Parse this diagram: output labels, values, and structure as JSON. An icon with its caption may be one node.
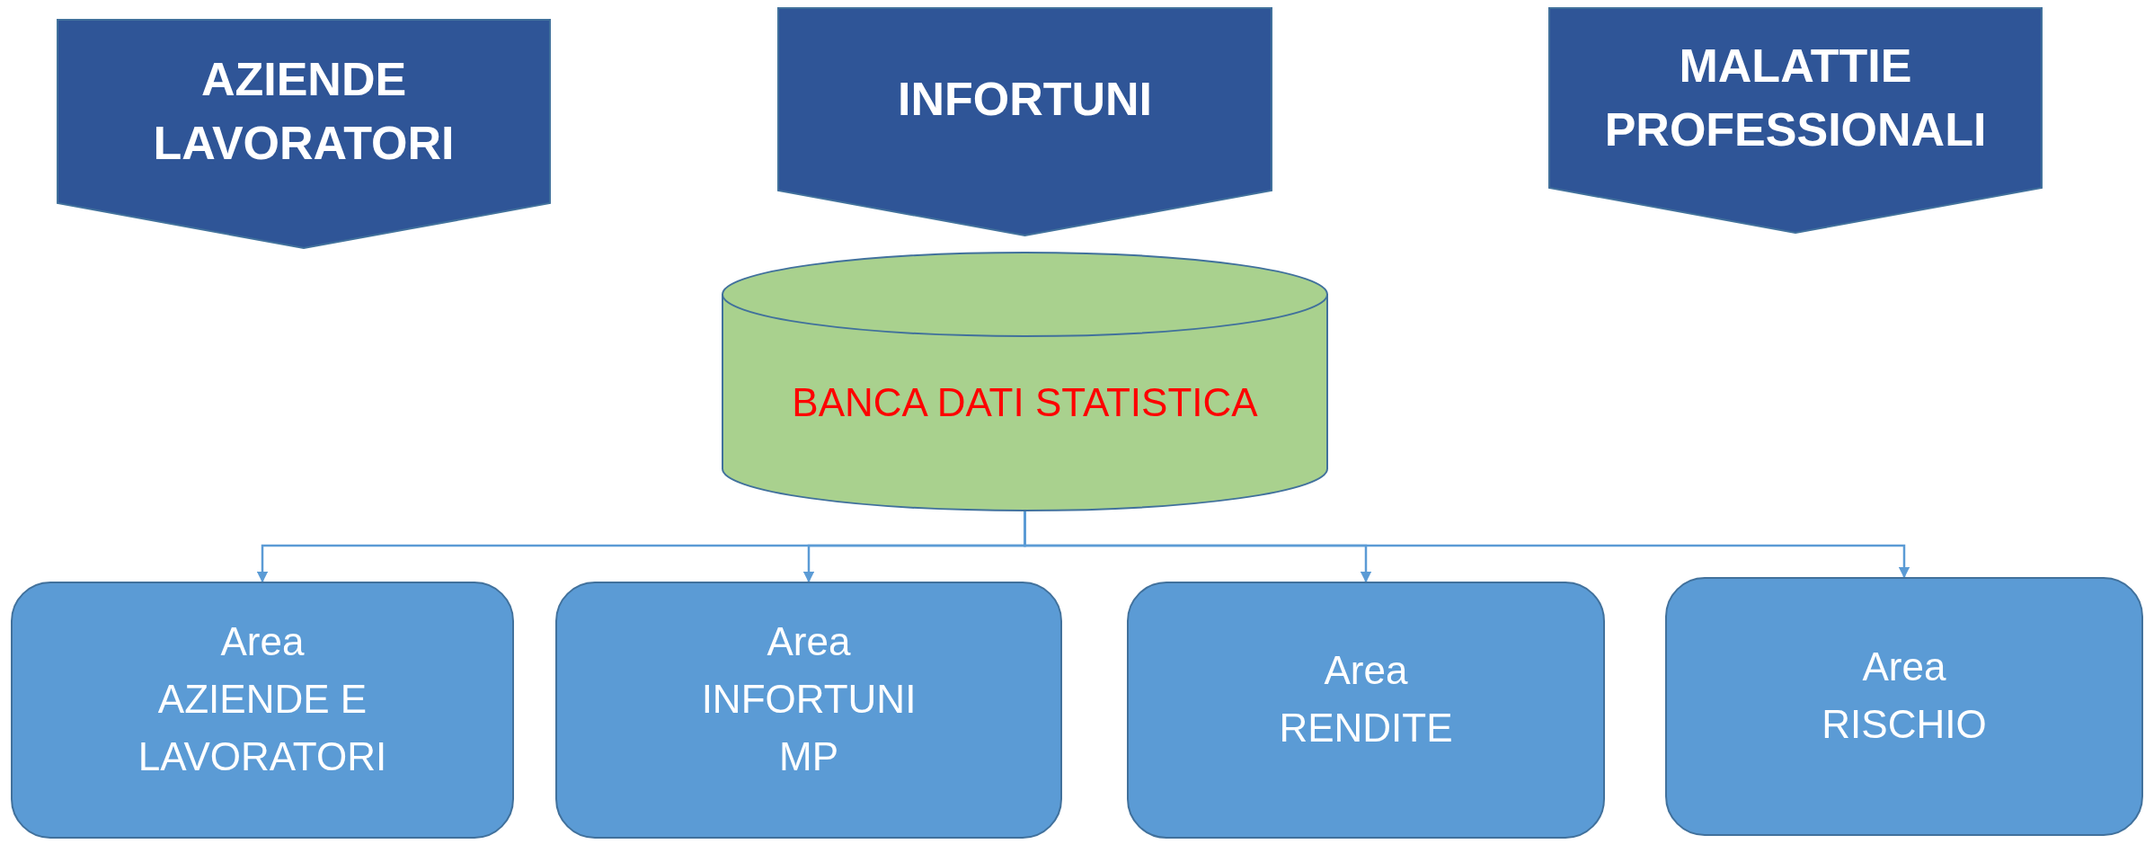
{
  "diagram": {
    "nodes": [
      {
        "text": [
          "AZIENDE LAVORATORI"
        ]
      },
      {
        "text": [
          "INFORTUNI"
        ]
      },
      {
        "text": [
          "MALATTIE PROFESSIONALI"
        ]
      },
      {
        "text": [
          "BANCA DATI STATISTICA"
        ]
      },
      {
        "text": [
          "Area",
          "AZIENDE E LAVORATORI"
        ]
      },
      {
        "text": [
          "Area",
          "INFORTUNI MP"
        ]
      },
      {
        "text": [
          "Area",
          "RENDITE"
        ]
      },
      {
        "text": [
          "Area",
          "RISCHIO"
        ]
      }
    ],
    "edges": [
      {
        "from": 3,
        "to": 4,
        "arrow": "to"
      },
      {
        "from": 3,
        "to": 5,
        "arrow": "to"
      },
      {
        "from": 3,
        "to": 6,
        "arrow": "to"
      },
      {
        "from": 3,
        "to": 7,
        "arrow": "to"
      }
    ]
  }
}
